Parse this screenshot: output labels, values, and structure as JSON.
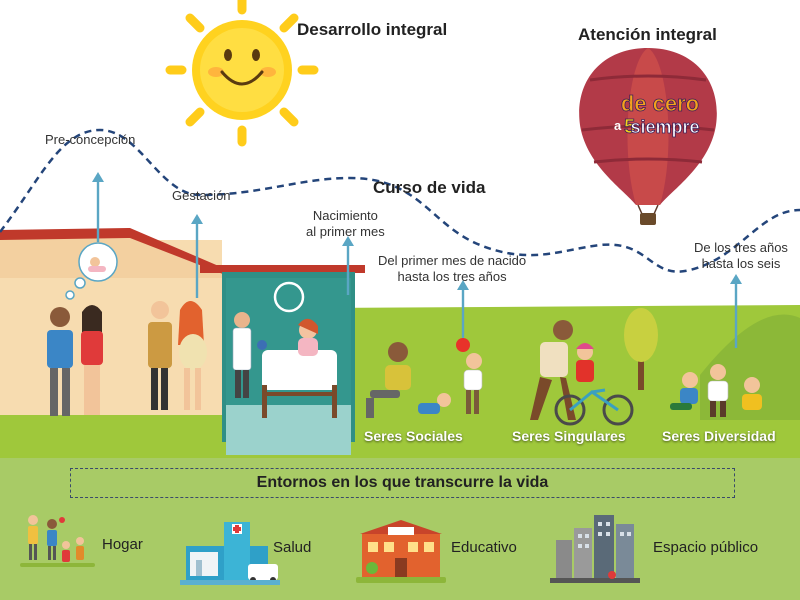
{
  "titles": {
    "desarrollo": "Desarrollo integral",
    "atencion": "Atención integral",
    "curso": "Curso de vida"
  },
  "balloon": {
    "brand_line1": "de cero",
    "brand_a": "a",
    "brand_5": "5",
    "brand_siempre": "siempre"
  },
  "stages": [
    {
      "id": "preconcepcion",
      "lines": [
        "Pre-concepción"
      ]
    },
    {
      "id": "gestacion",
      "lines": [
        "Gestación"
      ]
    },
    {
      "id": "nacimiento",
      "lines": [
        "Nacimiento",
        "al primer mes"
      ]
    },
    {
      "id": "primer-mes",
      "lines": [
        "Del primer mes de nacido",
        "hasta los tres años"
      ]
    },
    {
      "id": "tres-seis",
      "lines": [
        "De los tres años",
        "hasta los seis"
      ]
    }
  ],
  "groups": [
    "Seres Sociales",
    "Seres Singulares",
    "Seres Diversidad"
  ],
  "entornos": {
    "title": "Entornos en los que transcurre la vida",
    "items": [
      {
        "label": "Hogar",
        "icon": "family-icon"
      },
      {
        "label": "Salud",
        "icon": "hospital-icon"
      },
      {
        "label": "Educativo",
        "icon": "school-icon"
      },
      {
        "label": "Espacio público",
        "icon": "city-icon"
      }
    ]
  },
  "colors": {
    "wave": "#24457a",
    "arrow": "#5aa6c4",
    "grass_light": "#a5c93a",
    "grass_dark": "#8db63a",
    "bottom_panel": "#a7ca64",
    "teal_wall": "#2f8f86",
    "sun": "#ffd21f"
  }
}
